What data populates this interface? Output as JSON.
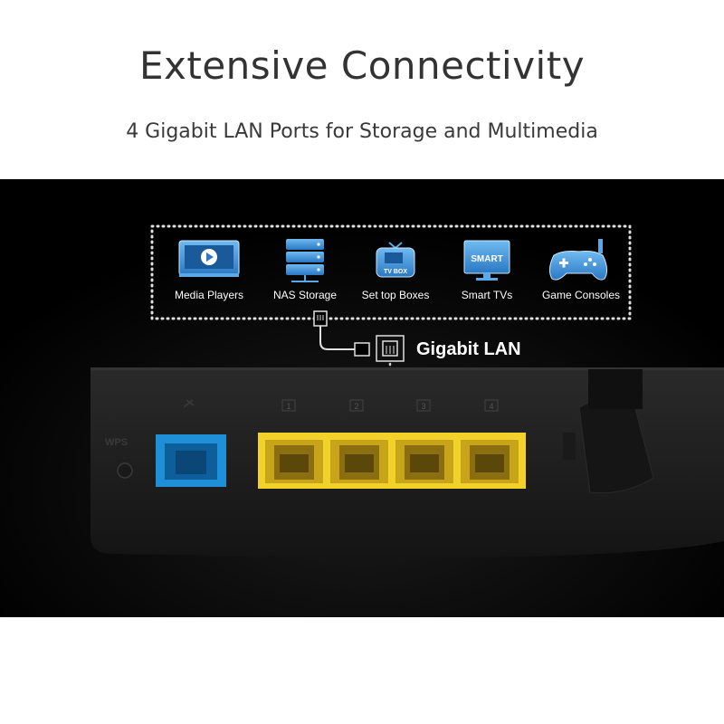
{
  "header": {
    "title": "Extensive Connectivity",
    "subtitle": "4 Gigabit LAN Ports for Storage and Multimedia"
  },
  "devices": [
    {
      "label": "Media Players",
      "icon": "media-player-icon"
    },
    {
      "label": "NAS Storage",
      "icon": "nas-storage-icon"
    },
    {
      "label": "Set top Boxes",
      "icon": "tv-box-icon"
    },
    {
      "label": "Smart TVs",
      "icon": "smart-tv-icon"
    },
    {
      "label": "Game Consoles",
      "icon": "game-controller-icon"
    }
  ],
  "icon_text": {
    "tv_box": "TV BOX",
    "smart": "SMART"
  },
  "lan": {
    "label": "Gigabit LAN",
    "port_numbers": [
      "1",
      "2",
      "3",
      "4"
    ]
  },
  "router": {
    "wps_label": "WPS"
  },
  "colors": {
    "icon_blue": "#3a8fd6",
    "wan_port": "#1f8fd8",
    "lan_ports": "#f2d22a",
    "background": "#000000"
  }
}
